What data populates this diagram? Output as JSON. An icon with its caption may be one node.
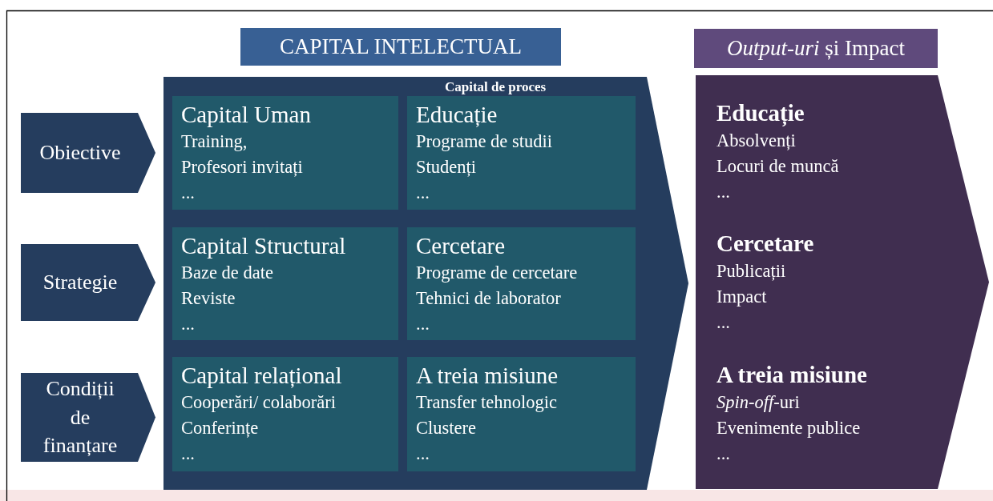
{
  "diagram": {
    "nodes": [
      {
        "text": [
          "CAPITAL INTELECTUAL"
        ]
      },
      {
        "text": [
          "*Output-uri* și Impact"
        ]
      },
      {
        "text": [
          "Obiective"
        ]
      },
      {
        "text": [
          "Strategie"
        ]
      },
      {
        "text": [
          "Condiții de finanțare"
        ]
      },
      {
        "text": [
          "Capital de proces"
        ]
      },
      {
        "text": [
          "Capital Uman",
          "Training,",
          "Profesori  invitați",
          "..."
        ],
        "in": 5
      },
      {
        "text": [
          "Educație",
          "Programe de studii",
          "Studenți",
          "..."
        ],
        "in": 5
      },
      {
        "text": [
          "Capital Structural",
          "Baze de date",
          "Reviste",
          "..."
        ],
        "in": 5
      },
      {
        "text": [
          "Cercetare",
          "Programe de cercetare",
          "Tehnici de laborator",
          "..."
        ],
        "in": 5
      },
      {
        "text": [
          "Capital relațional",
          "Cooperări/ colaborări",
          "Conferințe",
          "..."
        ],
        "in": 5
      },
      {
        "text": [
          "A treia misiune",
          "Transfer tehnologic",
          "Clustere",
          "..."
        ],
        "in": 5
      },
      {
        "text": [],
        "shape": "chevron"
      },
      {
        "text": [
          "Educație",
          "Absolvenți",
          "Locuri de muncă",
          "..."
        ],
        "in": 12
      },
      {
        "text": [
          "Cercetare",
          "Publicații",
          "Impact",
          "..."
        ],
        "in": 12
      },
      {
        "text": [
          "A treia misiune",
          "*Spin-off*-uri",
          "Evenimente publice",
          "..."
        ],
        "in": 12
      }
    ]
  }
}
